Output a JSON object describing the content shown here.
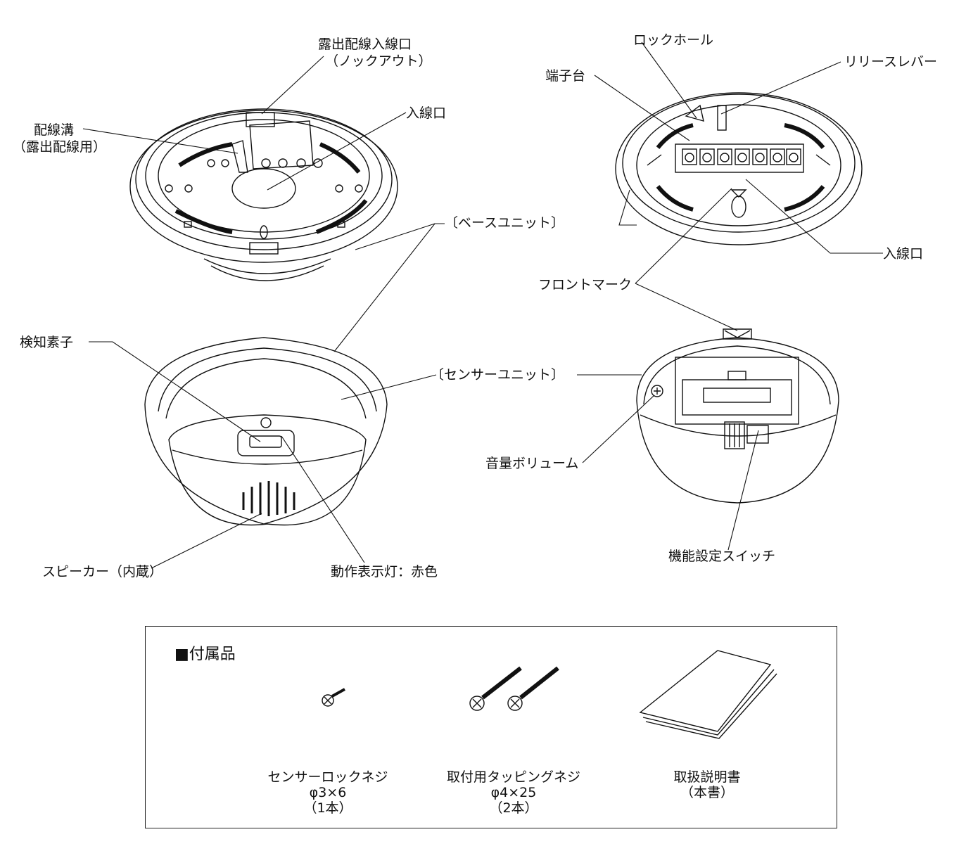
{
  "base_unit_label": "〔ベースユニット〕",
  "sensor_unit_label": "〔センサーユニット〕",
  "labels": {
    "exposed_inlet": "露出配線入線口",
    "knockout": "（ノックアウト）",
    "wiring_groove": "配線溝",
    "wiring_groove_sub": "（露出配線用）",
    "inlet_left": "入線口",
    "lock_hole": "ロックホール",
    "terminal_block": "端子台",
    "release_lever": "リリースレバー",
    "inlet_right": "入線口",
    "front_mark": "フロントマーク",
    "sensing_element": "検知素子",
    "volume": "音量ボリューム",
    "speaker": "スピーカー（内蔵）",
    "indicator": "動作表示灯：赤色",
    "function_switch": "機能設定スイッチ"
  },
  "accessories": {
    "title": "■付属品",
    "items": [
      {
        "name": "センサーロックネジ",
        "spec": "φ3×6",
        "qty": "（1本）"
      },
      {
        "name": "取付用タッピングネジ",
        "spec": "φ4×25",
        "qty": "（2本）"
      },
      {
        "name": "取扱説明書",
        "spec": "（本書）",
        "qty": ""
      }
    ]
  }
}
